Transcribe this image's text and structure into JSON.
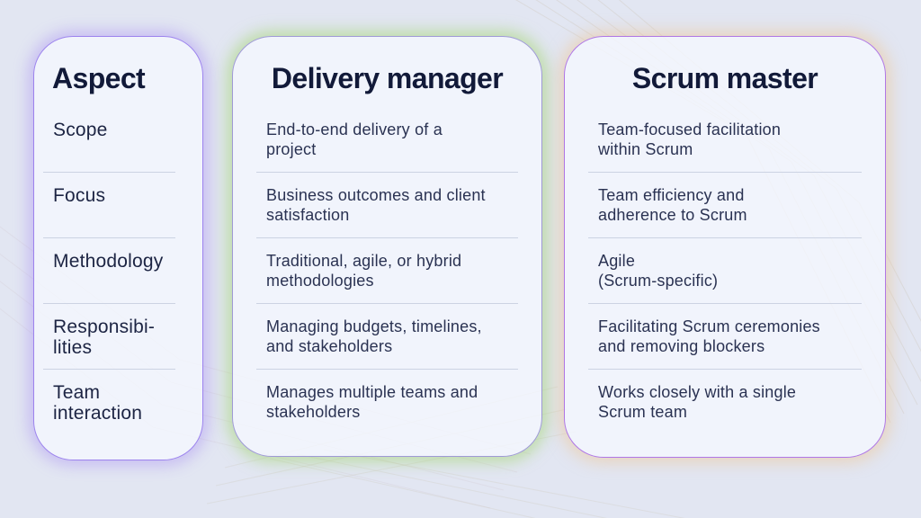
{
  "colors": {
    "page_background": "#e2e6f2",
    "card_background": "#ecf0fa",
    "heading_text": "#121a39",
    "aspect_row_text": "#1c2443",
    "body_text": "#2a3252",
    "divider": "#ccd3e3"
  },
  "columns": [
    {
      "id": "aspect",
      "title": "Aspect",
      "accent": {
        "border": "#9c83ee",
        "glow": "rgba(160,130,243,0.40)"
      },
      "rows": [
        "Scope",
        "Focus",
        "Methodology",
        "Responsibi-\nlities",
        "Team\ninteraction"
      ]
    },
    {
      "id": "delivery-manager",
      "title": "Delivery manager",
      "accent": {
        "border": "#9f9ad6",
        "glow": "rgba(163,214,110,0.55)"
      },
      "rows": [
        "End-to-end delivery of a\nproject",
        "Business outcomes and client\nsatisfaction",
        "Traditional, agile, or hybrid\nmethodologies",
        "Managing budgets, timelines,\nand stakeholders",
        "Manages multiple teams and\nstakeholders"
      ]
    },
    {
      "id": "scrum-master",
      "title": "Scrum master",
      "accent": {
        "border": "#b077e5",
        "glow": "rgba(240,198,145,0.50)"
      },
      "rows": [
        "Team-focused facilitation\nwithin Scrum",
        "Team efficiency and\nadherence to Scrum",
        "Agile\n(Scrum-specific)",
        "Facilitating Scrum ceremonies\nand removing blockers",
        "Works closely with a single\nScrum team"
      ]
    }
  ]
}
